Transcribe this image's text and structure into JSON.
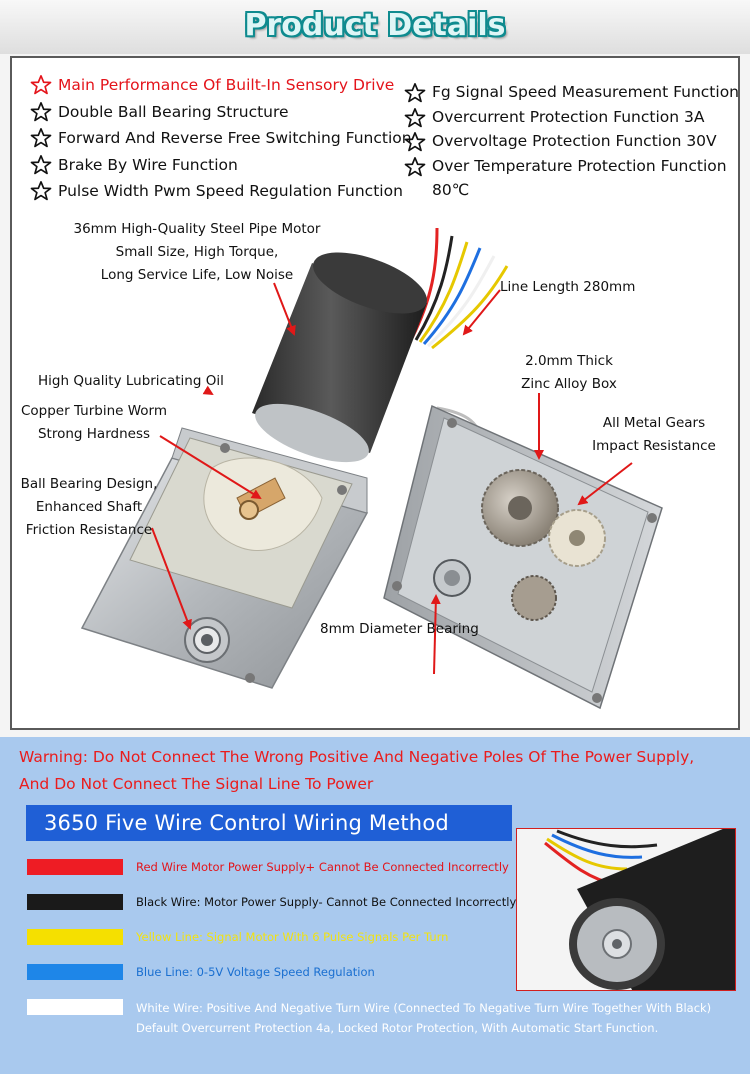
{
  "header": {
    "title": "Product Details"
  },
  "features": {
    "left": [
      {
        "text": "Main Performance Of Built-In Sensory Drive",
        "highlight": true
      },
      {
        "text": "Double Ball Bearing Structure",
        "highlight": false
      },
      {
        "text": "Forward And Reverse Free Switching Function",
        "highlight": false
      },
      {
        "text": "Brake By Wire Function",
        "highlight": false
      },
      {
        "text": "Pulse Width Pwm Speed Regulation Function",
        "highlight": false
      }
    ],
    "right": [
      {
        "text": "Fg Signal Speed Measurement Function"
      },
      {
        "text": "Overcurrent Protection Function 3A"
      },
      {
        "text": "Overvoltage Protection Function 30V"
      },
      {
        "text": "Over Temperature Protection Function"
      }
    ],
    "right_continuation": "80℃"
  },
  "callouts": {
    "motor": [
      "36mm High-Quality Steel Pipe Motor",
      "Small Size, High Torque,",
      "Long Service Life, Low Noise"
    ],
    "line_length": "Line Length 280mm",
    "zinc_box": [
      "2.0mm Thick",
      "Zinc Alloy Box"
    ],
    "gears": [
      "All Metal Gears",
      "Impact Resistance"
    ],
    "oil": "High Quality Lubricating Oil",
    "worm": [
      "Copper Turbine Worm",
      "Strong Hardness"
    ],
    "bearing": [
      "Ball Bearing Design,",
      "Enhanced Shaft",
      "Friction Resistance"
    ],
    "diameter": "8mm Diameter Bearing"
  },
  "warning": {
    "line1": "Warning: Do Not Connect The Wrong Positive And Negative Poles Of The Power Supply,",
    "line2": "And Do Not Connect The Signal Line To Power"
  },
  "wiring": {
    "title": "3650  Five Wire Control Wiring Method",
    "wires": [
      {
        "color": "#ee1c24",
        "text_color": "#e3141a",
        "label": "Red Wire Motor Power Supply+ Cannot Be Connected Incorrectly"
      },
      {
        "color": "#1a1a1a",
        "text_color": "#111111",
        "label": "Black Wire: Motor Power Supply- Cannot Be Connected Incorrectly"
      },
      {
        "color": "#f5e000",
        "text_color": "#f2e210",
        "label": "Yellow Line: Signal Motor With 6 Pulse Signals Per Turn"
      },
      {
        "color": "#1e86e8",
        "text_color": "#1a6fd0",
        "label": "Blue Line: 0-5V Voltage Speed Regulation"
      },
      {
        "color": "#ffffff",
        "text_color": "#ffffff",
        "label": "White Wire: Positive And Negative Turn Wire (Connected To Negative Turn Wire Together With Black)",
        "label2": "Default Overcurrent Protection 4a, Locked Rotor Protection, With Automatic Start Function."
      }
    ]
  },
  "colors": {
    "accent_blue": "#1f5fd6",
    "band": "#a9c9ee",
    "warning_red": "#ea1c1c",
    "header_teal": "#0e8b8f"
  }
}
